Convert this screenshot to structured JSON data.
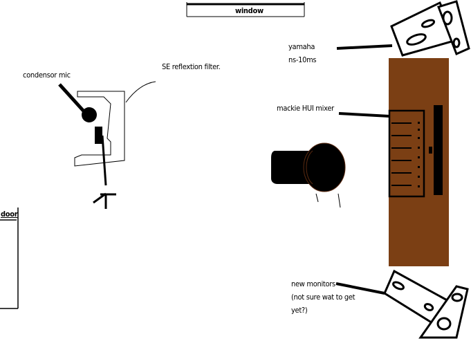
{
  "labels": {
    "window": "window",
    "door": "door",
    "condenser_mic": "condensor mic",
    "reflexion_filter": "SE reflextion filter.",
    "yamaha_line1": "yamaha",
    "yamaha_line2": "ns-10ms",
    "mixer": "mackie HUI mixer",
    "new_monitors_line1": "new monitors",
    "new_monitors_line2": "(not sure wat to get",
    "new_monitors_line3": "yet?)"
  },
  "colors": {
    "desk": "#7b3f14",
    "outline": "#000000",
    "chair": "#000000",
    "background": "#ffffff"
  }
}
